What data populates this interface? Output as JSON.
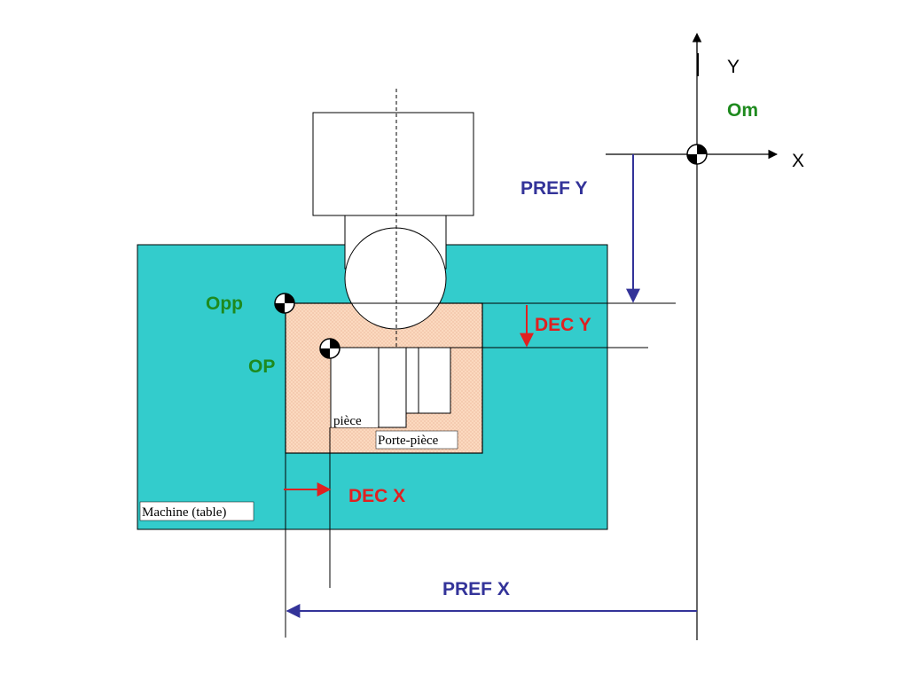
{
  "labels": {
    "axis_y": "Y",
    "axis_x": "X",
    "origin_machine": "Om",
    "pref_y": "PREF Y",
    "dec_y": "DEC Y",
    "origin_part_holder": "Opp",
    "origin_part": "OP",
    "part": "pièce",
    "part_holder": "Porte-pièce",
    "machine_table": "Machine (table)",
    "dec_x": "DEC X",
    "pref_x": "PREF X"
  },
  "colors": {
    "table_fill": "#33CCCC",
    "holder_fill": "#FBD9BF",
    "holder_dots": "#E8A98A",
    "origin_label": "#1E8A1E",
    "pref": "#333399",
    "dec": "#E02020",
    "line": "#000000"
  }
}
